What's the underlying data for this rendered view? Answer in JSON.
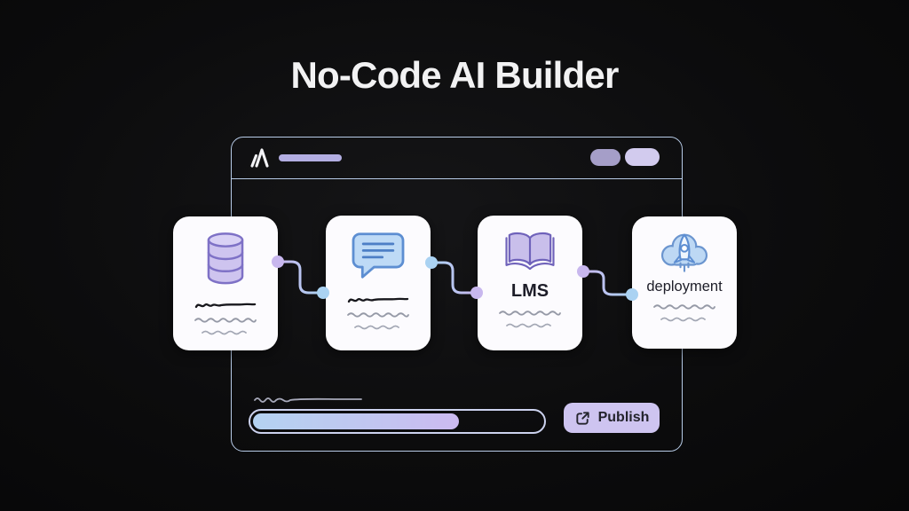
{
  "title": "No-Code AI Builder",
  "window": {
    "logo_icon": "anthropic-logo-icon",
    "address_bar": {
      "type": "skeleton-pill"
    },
    "toolbar_pills": [
      {
        "name": "toolbar-pill-muted",
        "color": "#a59ec8"
      },
      {
        "name": "toolbar-pill-light",
        "color": "#d2cbee"
      }
    ]
  },
  "cards": [
    {
      "name": "data-source",
      "icon": "database-icon",
      "label": ""
    },
    {
      "name": "chat",
      "icon": "chat-bubble-icon",
      "label": ""
    },
    {
      "name": "lms",
      "icon": "open-book-icon",
      "label": "LMS"
    },
    {
      "name": "deployment",
      "icon": "cloud-rocket-icon",
      "label": "deployment"
    }
  ],
  "connectors": [
    {
      "from": "data-source",
      "to": "chat",
      "from_dot_color": "#c8b7ee",
      "to_dot_color": "#aad2f2"
    },
    {
      "from": "chat",
      "to": "lms",
      "from_dot_color": "#aad2f2",
      "to_dot_color": "#c8b7ee"
    },
    {
      "from": "lms",
      "to": "deployment",
      "from_dot_color": "#c8b7ee",
      "to_dot_color": "#aad2f2"
    }
  ],
  "footer": {
    "progress_percent": 70,
    "publish": {
      "label": "Publish",
      "icon": "external-link-icon"
    }
  },
  "colors": {
    "background": "#0c0c0d",
    "frame_border": "#b7cbe7",
    "card_bg": "#fcfbfe",
    "purple_icon_fill": "#cec4ef",
    "purple_icon_stroke": "#7e71c6",
    "blue_icon_fill": "#bedaf6",
    "blue_icon_stroke": "#5d8ed2",
    "progress_gradient_start": "#b4d2f1",
    "progress_gradient_end": "#ccbaf0",
    "publish_bg": "#cec4f0",
    "title_text": "#f2f2f3"
  }
}
